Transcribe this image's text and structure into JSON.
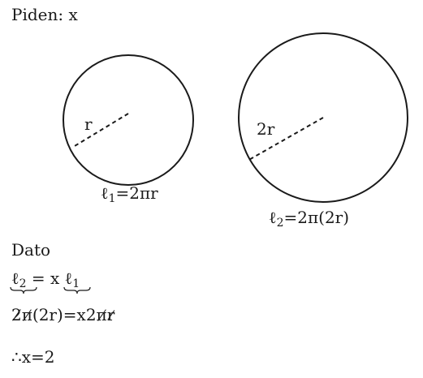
{
  "header": {
    "title": "Piden: x"
  },
  "figures": {
    "small_circle": {
      "radius_label": "r",
      "caption_lead": "ℓ",
      "caption_sub": "1",
      "caption_rest": "=2πr"
    },
    "large_circle": {
      "radius_label": "2r",
      "caption_lead": "ℓ",
      "caption_sub": "2",
      "caption_rest": "=2π(2r)"
    }
  },
  "solution": {
    "dato_label": "Dato",
    "eq1": {
      "left_l": "ℓ",
      "left_sub": "2",
      "equals": " = x ",
      "right_l": "ℓ",
      "right_sub": "1"
    },
    "eq2": {
      "p1": "2",
      "p2": "π",
      "p3": "(2r)=x2",
      "p4": "π",
      "p5": "r"
    },
    "eq3": {
      "therefore": "∴",
      "result": "x=2"
    }
  }
}
